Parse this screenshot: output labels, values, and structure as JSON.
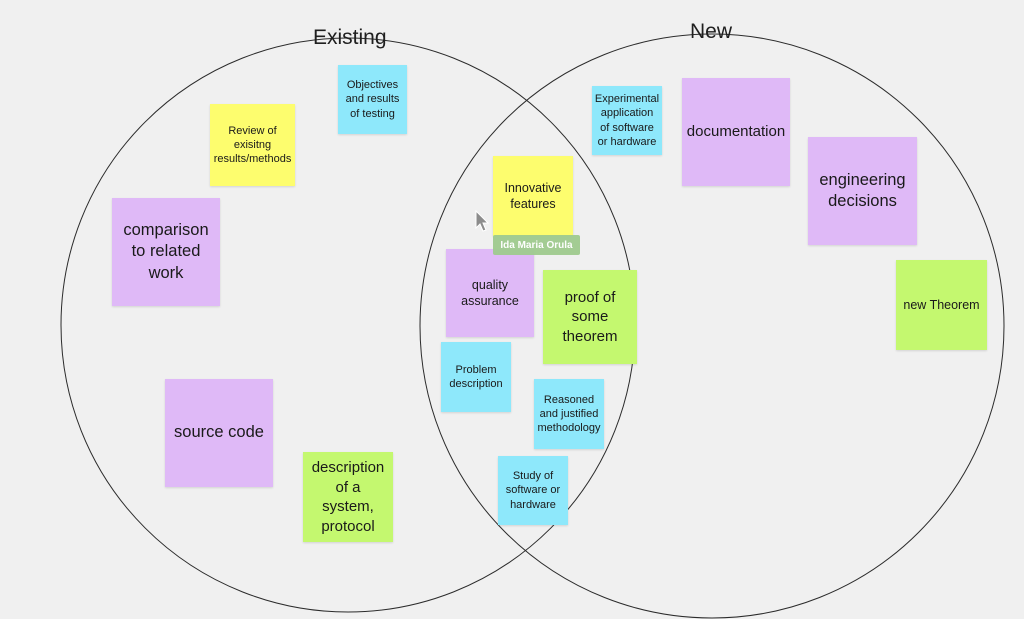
{
  "circles": {
    "existing": {
      "label": "Existing"
    },
    "new": {
      "label": "New"
    }
  },
  "notes": {
    "objectives": "Objectives and results of testing",
    "review": "Review of exisitng results/methods",
    "comparison": "comparison to related work",
    "source_code": "source code",
    "description_system": "description of a system, protocol",
    "experimental": "Experimental application of software or hardware",
    "documentation": "documentation",
    "engineering": "engineering decisions",
    "new_theorem": "new Theorem",
    "innovative": "Innovative features",
    "quality": "quality assurance",
    "proof": "proof of some theorem",
    "problem": "Problem description",
    "reasoned": "Reasoned and justified methodology",
    "study": "Study of software or hardware"
  },
  "collaborator": {
    "name": "Ida Maria Orula"
  },
  "colors": {
    "background": "#f0f0f0",
    "yellow": "#fdfd6e",
    "cyan": "#8ee8fb",
    "purple": "#dfb9f7",
    "green": "#c4f86f",
    "cursor_tag": "#9fcb8f"
  }
}
